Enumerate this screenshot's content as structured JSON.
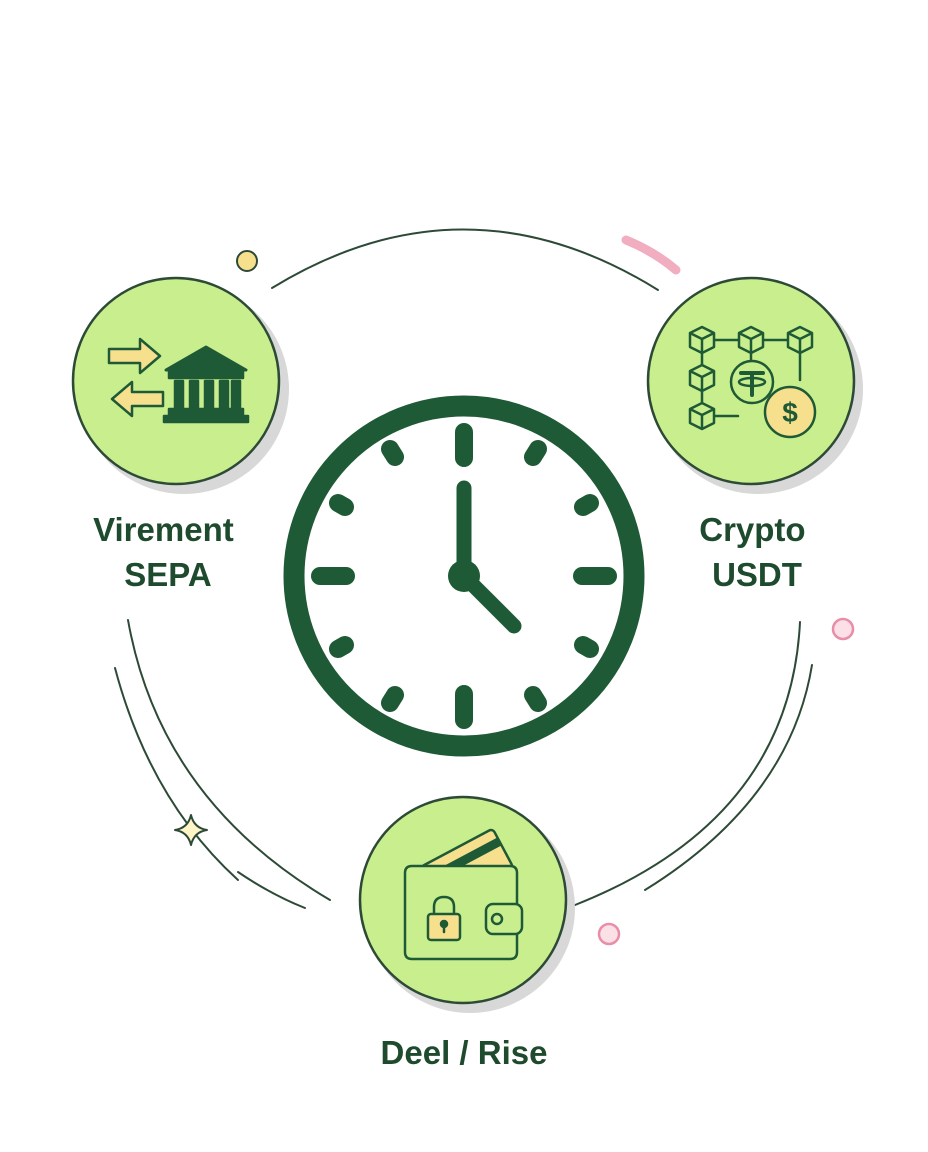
{
  "diagram": {
    "colors": {
      "dark_green": "#1e5a36",
      "text_green": "#1e4a2e",
      "light_green": "#c9ee8e",
      "yellow": "#f6e08e",
      "pink": "#f0aec0",
      "shadow": "#d8d8d8",
      "line": "#2d4a37"
    },
    "center": {
      "icon": "clock-icon",
      "time_shown": "4:00"
    },
    "nodes": [
      {
        "id": "sepa",
        "icon": "bank-transfer-icon",
        "label_lines": [
          "Virement",
          "SEPA"
        ]
      },
      {
        "id": "crypto",
        "icon": "blockchain-usdt-icon",
        "label_lines": [
          "Crypto",
          "USDT"
        ]
      },
      {
        "id": "deel",
        "icon": "locked-wallet-icon",
        "label_lines": [
          "Deel / Rise"
        ]
      }
    ]
  }
}
